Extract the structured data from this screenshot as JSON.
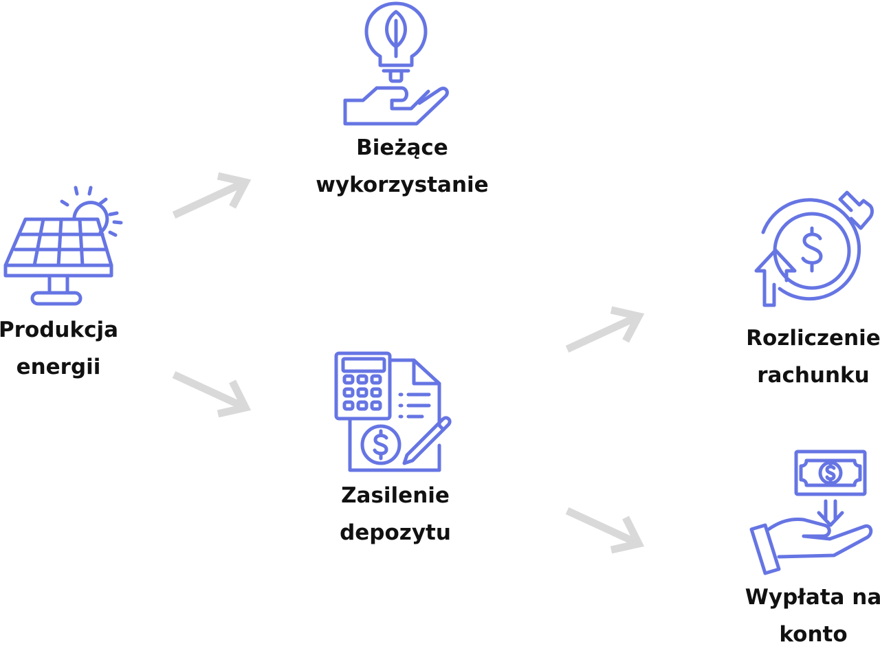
{
  "colors": {
    "icon_stroke": "#6675e3",
    "arrow": "#d9d9d9",
    "text": "#111111"
  },
  "nodes": {
    "production": {
      "label_line1": "Produkcja",
      "label_line2": "energii",
      "icon": "solar-panel-icon"
    },
    "current_use": {
      "label_line1": "Bieżące",
      "label_line2": "wykorzystanie",
      "icon": "eco-bulb-hand-icon"
    },
    "deposit": {
      "label_line1": "Zasilenie",
      "label_line2": "depozytu",
      "icon": "calculator-invoice-icon"
    },
    "settlement": {
      "label_line1": "Rozliczenie",
      "label_line2": "rachunku",
      "icon": "dollar-cycle-icon"
    },
    "payout": {
      "label_line1": "Wypłata na",
      "label_line2": "konto",
      "icon": "cash-hand-icon"
    }
  },
  "edges": [
    {
      "from": "production",
      "to": "current_use"
    },
    {
      "from": "production",
      "to": "deposit"
    },
    {
      "from": "deposit",
      "to": "settlement"
    },
    {
      "from": "deposit",
      "to": "payout"
    }
  ]
}
